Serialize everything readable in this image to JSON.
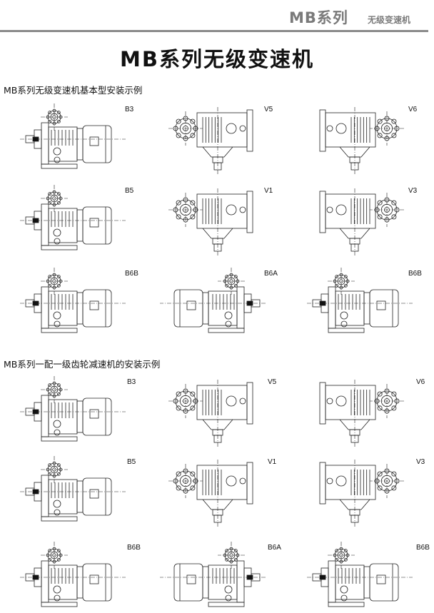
{
  "header": {
    "series": "MB系列",
    "subtitle": "无级变速机"
  },
  "title": "MB系列无级变速机",
  "sections": [
    {
      "heading": "MB系列无级变速机基本型安装示例",
      "cells": [
        "B3",
        "V5",
        "V6",
        "B5",
        "V1",
        "V3",
        "B6B",
        "B6A",
        "B6B"
      ]
    },
    {
      "heading": "MB系列一配一级齿轮减速机的安装示例",
      "cells": [
        "B3",
        "V5",
        "V6",
        "B5",
        "V1",
        "V3",
        "B6B",
        "B6A",
        "B6B"
      ]
    }
  ]
}
